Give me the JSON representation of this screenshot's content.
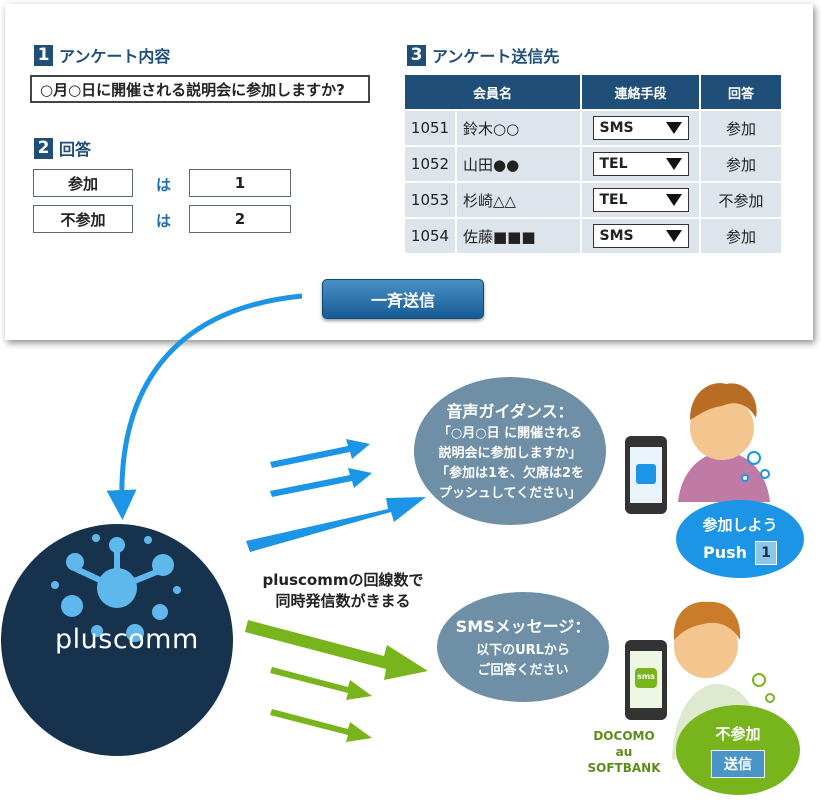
{
  "survey": {
    "section1": {
      "num": "1",
      "title": "アンケート内容",
      "question": "○月○日に開催される説明会に参加しますか?"
    },
    "section2": {
      "num": "2",
      "title": "回答",
      "rows": [
        {
          "label": "参加",
          "ha": "は",
          "value": "1"
        },
        {
          "label": "不参加",
          "ha": "は",
          "value": "2"
        }
      ]
    },
    "section3": {
      "num": "3",
      "title": "アンケート送信先",
      "headers": [
        "会員名",
        "連絡手段",
        "回答"
      ],
      "rows": [
        {
          "id": "1051",
          "name": "鈴木○○",
          "method": "SMS",
          "answer": "参加"
        },
        {
          "id": "1052",
          "name": "山田●●",
          "method": "TEL",
          "answer": "参加"
        },
        {
          "id": "1053",
          "name": "杉崎△△",
          "method": "TEL",
          "answer": "不参加"
        },
        {
          "id": "1054",
          "name": "佐藤■■■",
          "method": "SMS",
          "answer": "参加"
        }
      ]
    },
    "send_button": "一斉送信"
  },
  "diagram": {
    "logo_text": "pluscomm",
    "center_caption": [
      "pluscommの回線数で",
      "同時発信数がきまる"
    ],
    "voice_bubble": {
      "title": "音声ガイダンス：",
      "lines": [
        "「○月○日 に開催される",
        "説明会に参加しますか」",
        "「参加は1を、欠席は2を",
        "プッシュしてください」"
      ]
    },
    "sms_bubble": {
      "title": "SMSメッセージ：",
      "lines": [
        "以下のURLから",
        "ご回答ください"
      ]
    },
    "user1_reply": {
      "text": "参加しよう",
      "push": "Push",
      "key": "1"
    },
    "user2_reply": {
      "text": "不参加",
      "button": "送信"
    },
    "sms_icon_text": "sms",
    "carriers": [
      "DOCOMO",
      "au",
      "SOFTBANK"
    ]
  },
  "colors": {
    "navy": "#1f4e79",
    "blue_arrow": "#1c95e6",
    "green_arrow": "#78b51d",
    "bubble": "#6e8fa6",
    "logo_bg": "#17324d"
  }
}
